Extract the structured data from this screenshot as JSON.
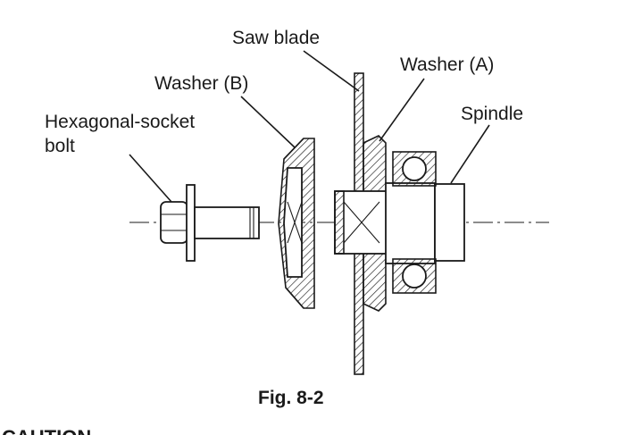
{
  "labels": {
    "saw_blade": "Saw blade",
    "washer_a": "Washer (A)",
    "washer_b": "Washer (B)",
    "spindle": "Spindle",
    "bolt_line1": "Hexagonal-socket",
    "bolt_line2": "bolt"
  },
  "caption": "Fig. 8-2",
  "footer_partial": "CAUTION"
}
